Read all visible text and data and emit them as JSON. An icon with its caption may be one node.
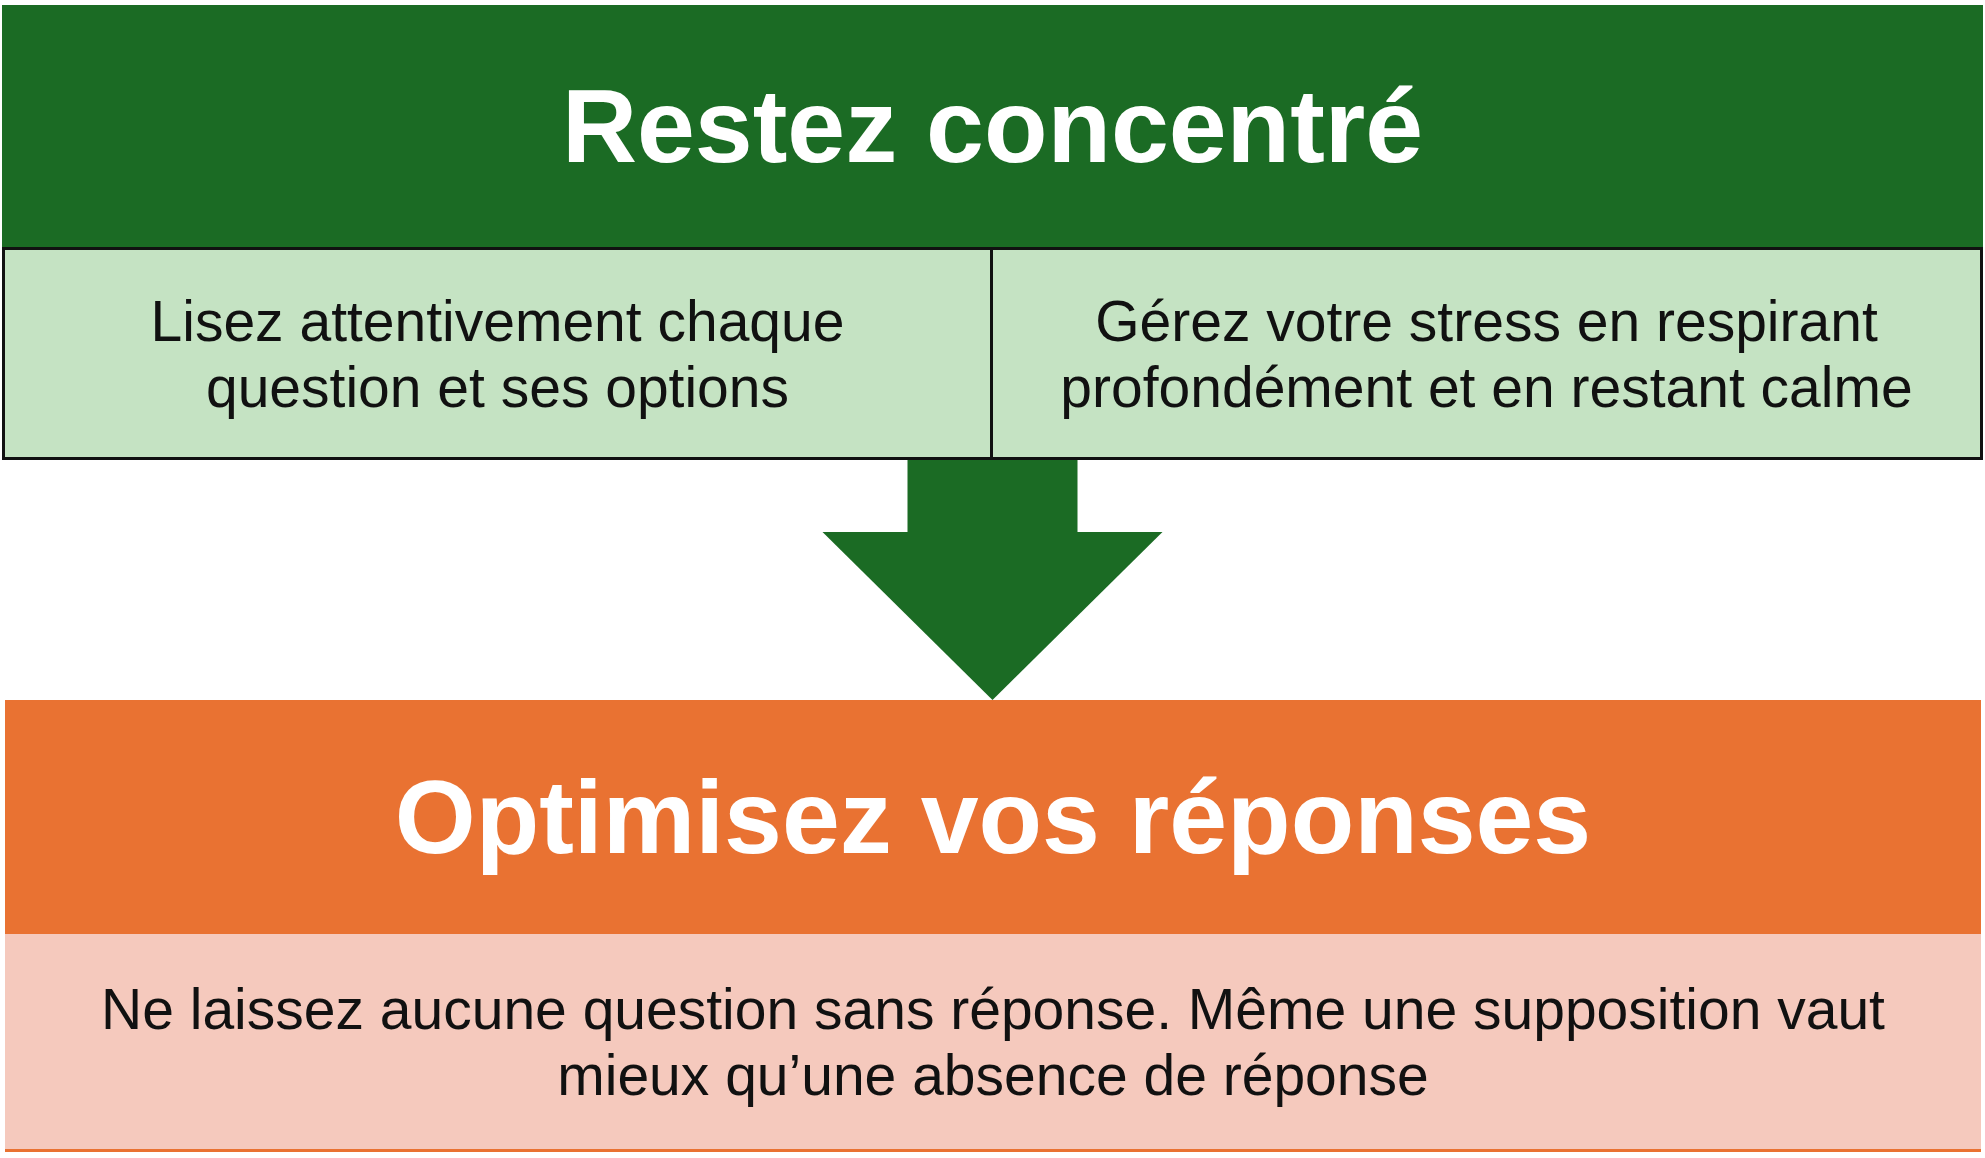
{
  "diagram": {
    "nodes": [
      {
        "text": [
          "Restez concentré"
        ]
      },
      {
        "text": [
          "Lisez attentivement chaque question et ses options"
        ],
        "in": 0
      },
      {
        "text": [
          "Gérez votre stress en respirant profondément et en restant calme"
        ],
        "in": 0
      },
      {
        "text": [
          "Optimisez vos réponses"
        ]
      },
      {
        "text": [
          "Ne laissez aucune question sans réponse. Même une supposition vaut mieux qu’une absence de réponse"
        ],
        "in": 3
      }
    ],
    "edges": [
      {
        "from": 0,
        "to": 3,
        "arrow": "to",
        "color": "#1b6b24"
      }
    ]
  }
}
